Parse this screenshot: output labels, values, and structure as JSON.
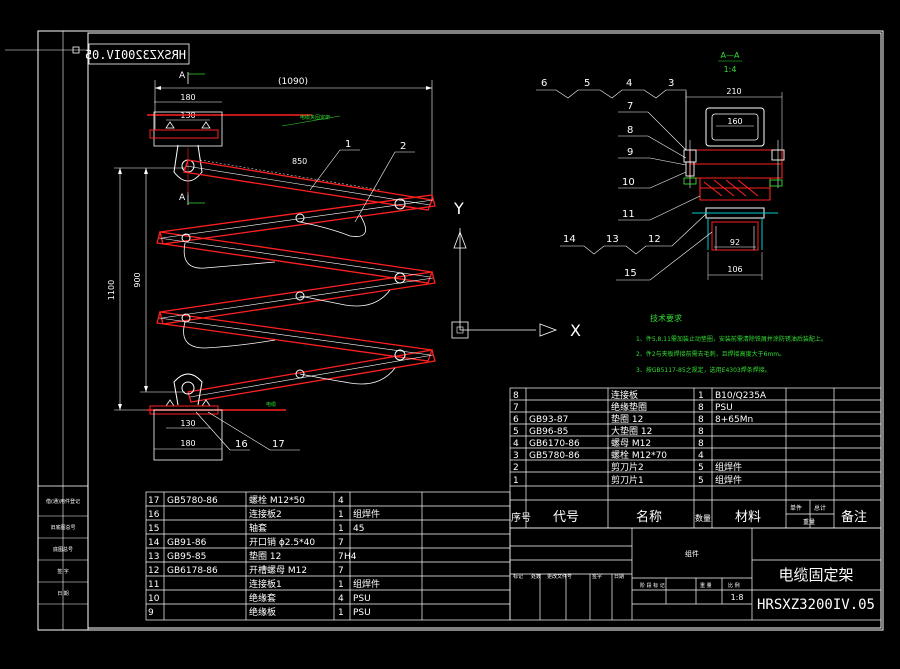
{
  "drawing": {
    "code": "HRSXZ3200IV.05",
    "code_mirrored": "HRSXZ3200IV.05",
    "title": "电缆固定架",
    "component_label": "组件",
    "scale": "1:8",
    "scale_label": "比 例",
    "weight_label": "重 量",
    "stage_label": "阶 段 标 记"
  },
  "main_view": {
    "section_marker": "A",
    "overall_length": "(1090)",
    "top_width_outer": "180",
    "top_width_inner": "130",
    "diagonal_length": "850",
    "total_height": "1100",
    "inner_height": "900",
    "bottom_width_outer": "180",
    "bottom_width_inner": "130",
    "callouts": [
      "1",
      "2",
      "16",
      "17"
    ],
    "note_top": "电缆夹固定架",
    "note_bottom": "电缆"
  },
  "axes": {
    "y": "Y",
    "x": "X"
  },
  "section_view": {
    "title": "A—A",
    "scale": "1:4",
    "dim_top": "210",
    "dim_inner": "160",
    "dim_bottom_inner": "92",
    "dim_bottom_outer": "106",
    "callouts_top": [
      "6",
      "5",
      "4",
      "3"
    ],
    "callouts_left": [
      "7",
      "8",
      "9",
      "10",
      "11"
    ],
    "callouts_bottom": [
      "14",
      "13",
      "12"
    ],
    "callout_15": "15"
  },
  "tech_notes": {
    "heading": "技术要求",
    "items": [
      "1、件5,8,11需加装止动垫圈，安装前需清除铁屑并涂防锈油后装配上。",
      "2、件2与夹板焊接前需去毛刺，且焊接高度大于6mm。",
      "3、按GB5117-85之规定，选用E4303焊条焊接。"
    ]
  },
  "bom_right": {
    "rows": [
      {
        "no": "8",
        "code": "",
        "name": "连接板",
        "qty": "1",
        "mat": "B10/Q235A",
        "note": ""
      },
      {
        "no": "7",
        "code": "",
        "name": "绝缘垫圈",
        "qty": "8",
        "mat": "PSU",
        "note": ""
      },
      {
        "no": "6",
        "code": "GB93-87",
        "name": "垫圈 12",
        "qty": "8",
        "mat": "8+65Mn",
        "note": ""
      },
      {
        "no": "5",
        "code": "GB96-85",
        "name": "大垫圈 12",
        "qty": "8",
        "mat": "",
        "note": ""
      },
      {
        "no": "4",
        "code": "GB6170-86",
        "name": "螺母 M12",
        "qty": "8",
        "mat": "",
        "note": ""
      },
      {
        "no": "3",
        "code": "GB5780-86",
        "name": "螺栓 M12*70",
        "qty": "4",
        "mat": "",
        "note": ""
      },
      {
        "no": "2",
        "code": "",
        "name": "剪刀片2",
        "qty": "5",
        "mat": "组焊件",
        "note": ""
      },
      {
        "no": "1",
        "code": "",
        "name": "剪刀片1",
        "qty": "5",
        "mat": "组焊件",
        "note": ""
      }
    ],
    "headers": {
      "no": "序号",
      "code": "代号",
      "name": "名称",
      "qty": "数量",
      "mat": "材料",
      "unit_w": "单件",
      "total_w": "总计",
      "weight": "重量",
      "note": "备注"
    }
  },
  "bom_left": {
    "rows": [
      {
        "no": "17",
        "code": "GB5780-86",
        "name": "螺栓 M12*50",
        "qty": "4",
        "mat": ""
      },
      {
        "no": "16",
        "code": "",
        "name": "连接板2",
        "qty": "1",
        "mat": "组焊件"
      },
      {
        "no": "15",
        "code": "",
        "name": "轴套",
        "qty": "1",
        "mat": "45"
      },
      {
        "no": "14",
        "code": "GB91-86",
        "name": "开口销 ϕ2.5*40",
        "qty": "7",
        "mat": ""
      },
      {
        "no": "13",
        "code": "GB95-85",
        "name": "垫圈 12",
        "qty": "7",
        "mat": "H4"
      },
      {
        "no": "12",
        "code": "GB6178-86",
        "name": "开槽螺母 M12",
        "qty": "7",
        "mat": ""
      },
      {
        "no": "11",
        "code": "",
        "name": "连接板1",
        "qty": "1",
        "mat": "组焊件"
      },
      {
        "no": "10",
        "code": "",
        "name": "绝缘套",
        "qty": "4",
        "mat": "PSU"
      },
      {
        "no": "9",
        "code": "",
        "name": "绝缘板",
        "qty": "1",
        "mat": "PSU"
      }
    ]
  },
  "side_stamp": {
    "labels": [
      "借(通)用件登记",
      "旧底图总号",
      "底图总号",
      "签 字",
      "日 期"
    ]
  },
  "title_block_small": [
    "标记",
    "处数",
    "更改文件号",
    "签字",
    "日期"
  ]
}
